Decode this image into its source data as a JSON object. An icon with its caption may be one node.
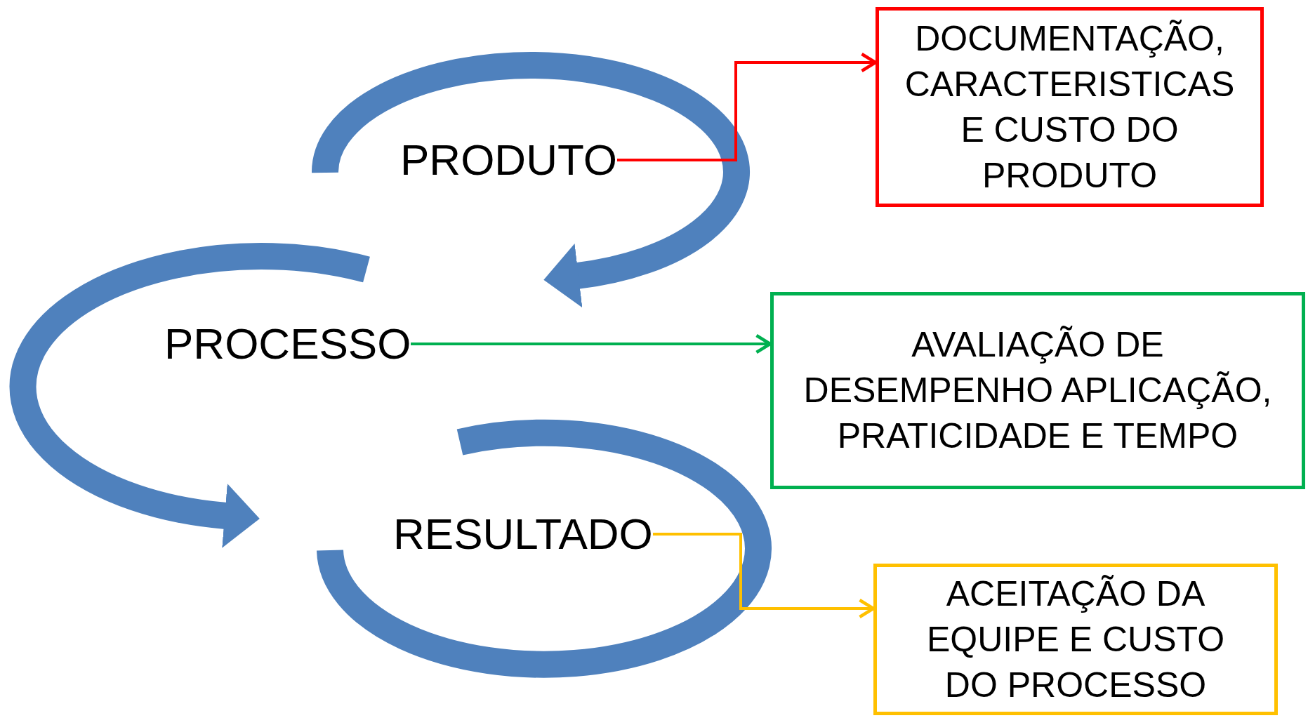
{
  "diagram": {
    "nodes": [
      {
        "text": [
          "PRODUTO"
        ]
      },
      {
        "text": [
          "PROCESSO"
        ]
      },
      {
        "text": [
          "RESULTADO"
        ]
      },
      {
        "text": [
          "DOCUMENTAÇÃO, CARACTERISTICAS E CUSTO DO PRODUTO"
        ]
      },
      {
        "text": [
          "AVALIAÇÃO DE DESEMPENHO APLICAÇÃO, PRATICIDADE E TEMPO"
        ]
      },
      {
        "text": [
          "ACEITAÇÃO DA EQUIPE E CUSTO DO PROCESSO"
        ]
      }
    ],
    "edges": [
      {
        "from": 0,
        "to": 3,
        "arrow": "to",
        "color": "#ff0000"
      },
      {
        "from": 1,
        "to": 4,
        "arrow": "to",
        "color": "#00b050"
      },
      {
        "from": 2,
        "to": 5,
        "arrow": "to",
        "color": "#ffc000"
      }
    ]
  }
}
